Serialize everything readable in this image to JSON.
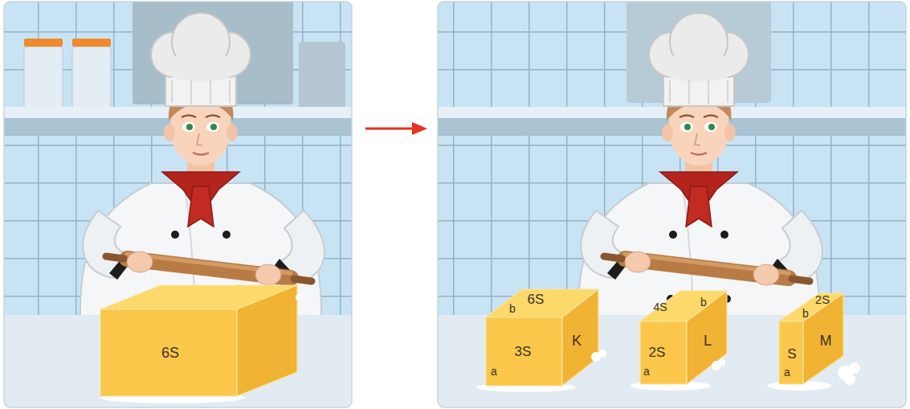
{
  "diagram": {
    "nodes": [
      {
        "text": [
          "6S"
        ]
      },
      {
        "text": [
          "6S",
          "b",
          "3S",
          "a",
          "K"
        ]
      },
      {
        "text": [
          "4S",
          "b",
          "2S",
          "a",
          "L"
        ]
      },
      {
        "text": [
          "2S",
          "b",
          "S",
          "a",
          "M"
        ]
      }
    ]
  }
}
